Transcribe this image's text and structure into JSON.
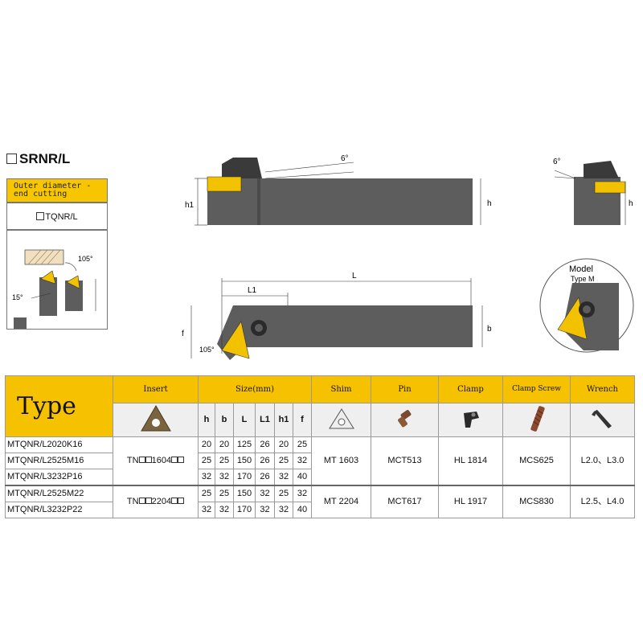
{
  "series": {
    "code": "SRNR/L"
  },
  "left_panel": {
    "description": "Outer diameter - end cutting",
    "insert_shape": "TQNR/L",
    "angle_a": "105°",
    "angle_b": "15°"
  },
  "drawing": {
    "top_angle": "6°",
    "side_angle": "6°",
    "dim_h1": "h1",
    "dim_h": "h",
    "dim_h_side": "h",
    "dim_L": "L",
    "dim_L1": "L1",
    "dim_f": "f",
    "dim_b": "b",
    "angle_plan": "105°",
    "model_label": "Model",
    "model_type": "Type M"
  },
  "table": {
    "type_label": "Type",
    "headers": {
      "insert": "Insert",
      "size": "Size(mm)",
      "shim": "Shim",
      "pin": "Pin",
      "clamp": "Clamp",
      "clamp_screw": "Clamp Screw",
      "wrench": "Wrench"
    },
    "dims": [
      "h",
      "b",
      "L",
      "L1",
      "h1",
      "f"
    ],
    "rows": [
      {
        "model": "MTQNR/L2020K16",
        "sizes": [
          "20",
          "20",
          "125",
          "26",
          "20",
          "25"
        ]
      },
      {
        "model": "MTQNR/L2525M16",
        "sizes": [
          "25",
          "25",
          "150",
          "26",
          "25",
          "32"
        ]
      },
      {
        "model": "MTQNR/L3232P16",
        "sizes": [
          "32",
          "32",
          "170",
          "26",
          "32",
          "40"
        ]
      },
      {
        "model": "MTQNR/L2525M22",
        "sizes": [
          "25",
          "25",
          "150",
          "32",
          "25",
          "32"
        ]
      },
      {
        "model": "MTQNR/L3232P22",
        "sizes": [
          "32",
          "32",
          "170",
          "32",
          "32",
          "40"
        ]
      }
    ],
    "groups": [
      {
        "insert_prefix": "TN",
        "insert_code": "1604",
        "shim": "MT 1603",
        "pin": "MCT513",
        "clamp": "HL 1814",
        "clamp_screw": "MCS625",
        "wrench": "L2.0、L3.0"
      },
      {
        "insert_prefix": "TN",
        "insert_code": "2204",
        "shim": "MT 2204",
        "pin": "MCT617",
        "clamp": "HL 1917",
        "clamp_screw": "MCS830",
        "wrench": "L2.5、L4.0"
      }
    ]
  },
  "colors": {
    "accent": "#f6c200",
    "tool_body": "#5d5d5d",
    "insert": "#f2c200"
  }
}
